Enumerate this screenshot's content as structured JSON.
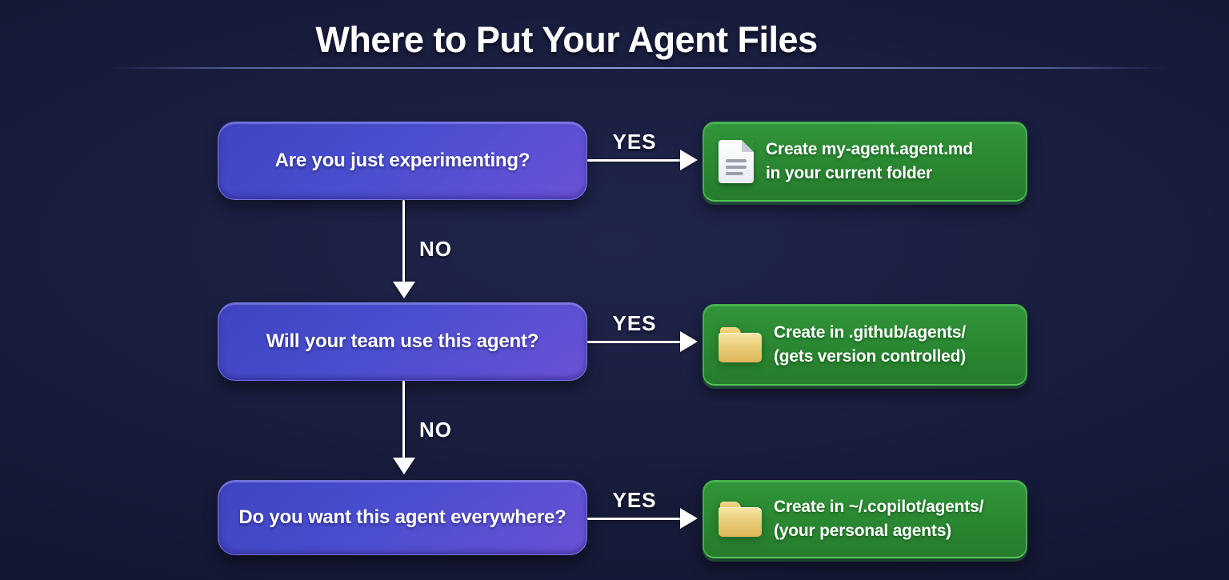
{
  "title": "Where to Put Your Agent Files",
  "rows": [
    {
      "question": "Are you just experimenting?",
      "yes": "YES",
      "no": "NO",
      "result": {
        "icon": "document-icon",
        "line1": "Create my-agent.agent.md",
        "line2": "in your current folder"
      }
    },
    {
      "question": "Will your team use this agent?",
      "yes": "YES",
      "no": "NO",
      "result": {
        "icon": "folder-icon",
        "line1": "Create in .github/agents/",
        "line2": "(gets version controlled)"
      }
    },
    {
      "question": "Do you want this agent everywhere?",
      "yes": "YES",
      "result": {
        "icon": "folder-icon",
        "line1": "Create in ~/.copilot/agents/",
        "line2": "(your personal agents)"
      }
    }
  ],
  "colors": {
    "background_center": "#20254c",
    "background_edge": "#0e1128",
    "question_box_gradient_start": "#3f44c0",
    "question_box_gradient_end": "#6a52d6",
    "result_box_top": "#31953a",
    "result_box_bottom": "#257c2c",
    "result_box_border": "#44ae4b",
    "arrow": "#ffffff",
    "folder_icon": "#ecd383",
    "divider": "#969fe1"
  }
}
